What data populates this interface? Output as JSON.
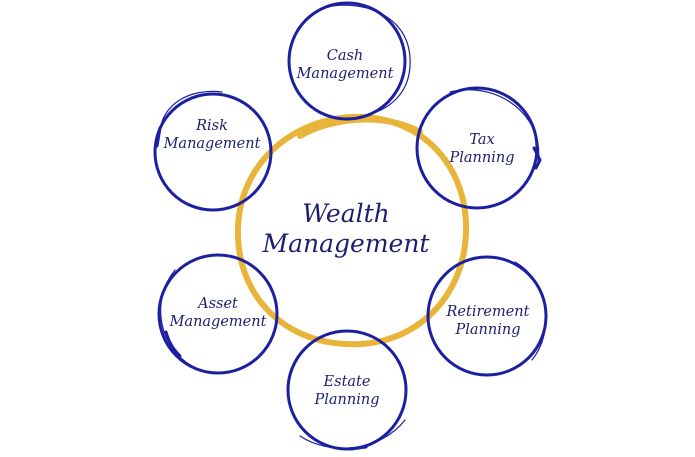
{
  "colors": {
    "center_ring": "#E8B53A",
    "satellite_ring": "#1C1FA0",
    "text": "#1C1F6E",
    "background": "#FFFFFF"
  },
  "center": {
    "lines": [
      "Wealth",
      "Management"
    ]
  },
  "nodes": [
    {
      "id": "cash-management",
      "lines": [
        "Cash",
        "Management"
      ]
    },
    {
      "id": "tax-planning",
      "lines": [
        "Tax",
        "Planning"
      ]
    },
    {
      "id": "retirement-planning",
      "lines": [
        "Retirement",
        "Planning"
      ]
    },
    {
      "id": "estate-planning",
      "lines": [
        "Estate",
        "Planning"
      ]
    },
    {
      "id": "asset-management",
      "lines": [
        "Asset",
        "Management"
      ]
    },
    {
      "id": "risk-management",
      "lines": [
        "Risk",
        "Management"
      ]
    }
  ]
}
